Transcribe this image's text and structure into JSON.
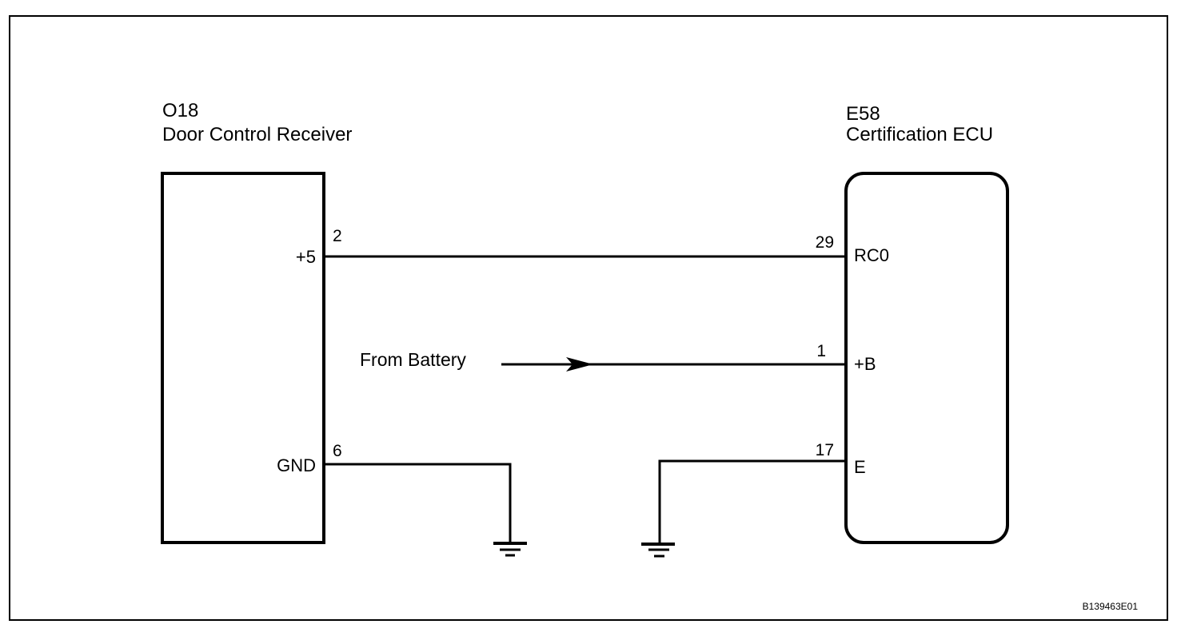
{
  "diagram": {
    "type": "wiring-diagram",
    "reference_code": "B139463E01",
    "components": [
      {
        "id": "O18",
        "code": "O18",
        "name": "Door Control Receiver",
        "pins": [
          {
            "number": "2",
            "name": "+5"
          },
          {
            "number": "6",
            "name": "GND"
          }
        ]
      },
      {
        "id": "E58",
        "code": "E58",
        "name": "Certification ECU",
        "pins": [
          {
            "number": "29",
            "name": "RC0"
          },
          {
            "number": "1",
            "name": "+B"
          },
          {
            "number": "17",
            "name": "E"
          }
        ]
      }
    ],
    "connections": [
      {
        "from": "O18 pin 2 (+5)",
        "to": "E58 pin 29 (RC0)"
      },
      {
        "from": "From Battery",
        "to": "E58 pin 1 (+B)"
      },
      {
        "from": "O18 pin 6 (GND)",
        "to": "ground"
      },
      {
        "from": "E58 pin 17 (E)",
        "to": "ground"
      }
    ],
    "source_label": "From Battery",
    "icons": {
      "ground": "ground-symbol-icon",
      "arrow": "arrow-right-icon"
    },
    "colors": {
      "line": "#000000",
      "background": "#ffffff"
    }
  }
}
